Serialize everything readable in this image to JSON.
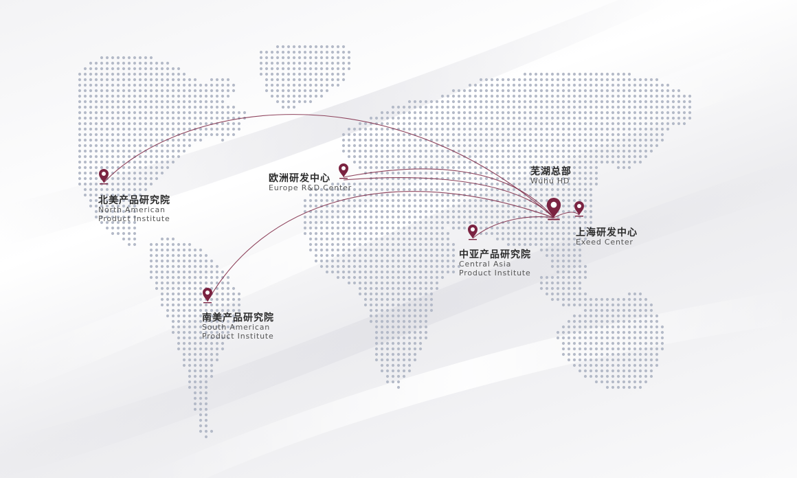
{
  "colors": {
    "accent": "#7b2341",
    "dot": "#b4bac8",
    "route": "#7b2341"
  },
  "icons": {
    "marker": "map-pin-icon",
    "hq_marker": "map-pin-hq-icon"
  },
  "locations": {
    "north_america": {
      "zh": "北美产品研究院",
      "en1": "North American",
      "en2": "Product Institute"
    },
    "europe": {
      "zh": "欧洲研发中心",
      "en1": "Europe R&D Center"
    },
    "wuhu": {
      "zh": "芜湖总部",
      "en1": "Wuhu HD"
    },
    "shanghai": {
      "zh": "上海研发中心",
      "en1": "Exeed Center"
    },
    "central_asia": {
      "zh": "中亚产品研究院",
      "en1": "Central Asia",
      "en2": "Product Institute"
    },
    "south_america": {
      "zh": "南美产品研究院",
      "en1": "South American",
      "en2": "Product Institute"
    }
  }
}
